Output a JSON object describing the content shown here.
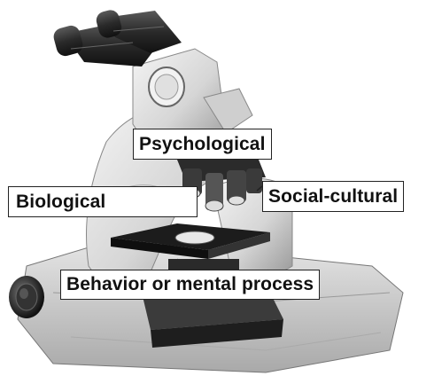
{
  "image": {
    "subject": "microscope-illustration"
  },
  "labels": {
    "psychological": "Psychological",
    "biological": "Biological",
    "social_cultural": "Social-cultural",
    "behavior": "Behavior or mental process"
  },
  "colors": {
    "body": "#d8d8d8",
    "shadow": "#6a6a6a",
    "dark": "#1c1c1c",
    "label_border": "#222222",
    "label_text": "#111111"
  }
}
